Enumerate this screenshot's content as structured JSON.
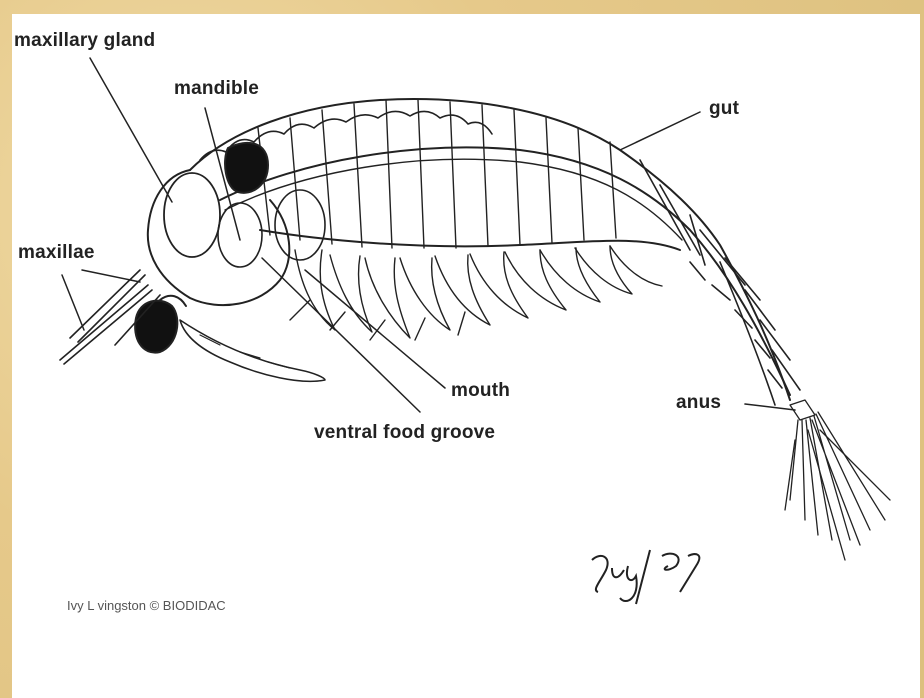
{
  "labels": {
    "maxillary_gland": "maxillary gland",
    "mandible": "mandible",
    "gut": "gut",
    "maxillae": "maxillae",
    "mouth": "mouth",
    "anus": "anus",
    "ventral_food_groove": "ventral food groove"
  },
  "credit": "Ivy L vingston © BIODIDAC",
  "signature": "Ivy/97",
  "colors": {
    "border": "#e8cf92",
    "ink": "#222222",
    "panel": "#ffffff"
  }
}
